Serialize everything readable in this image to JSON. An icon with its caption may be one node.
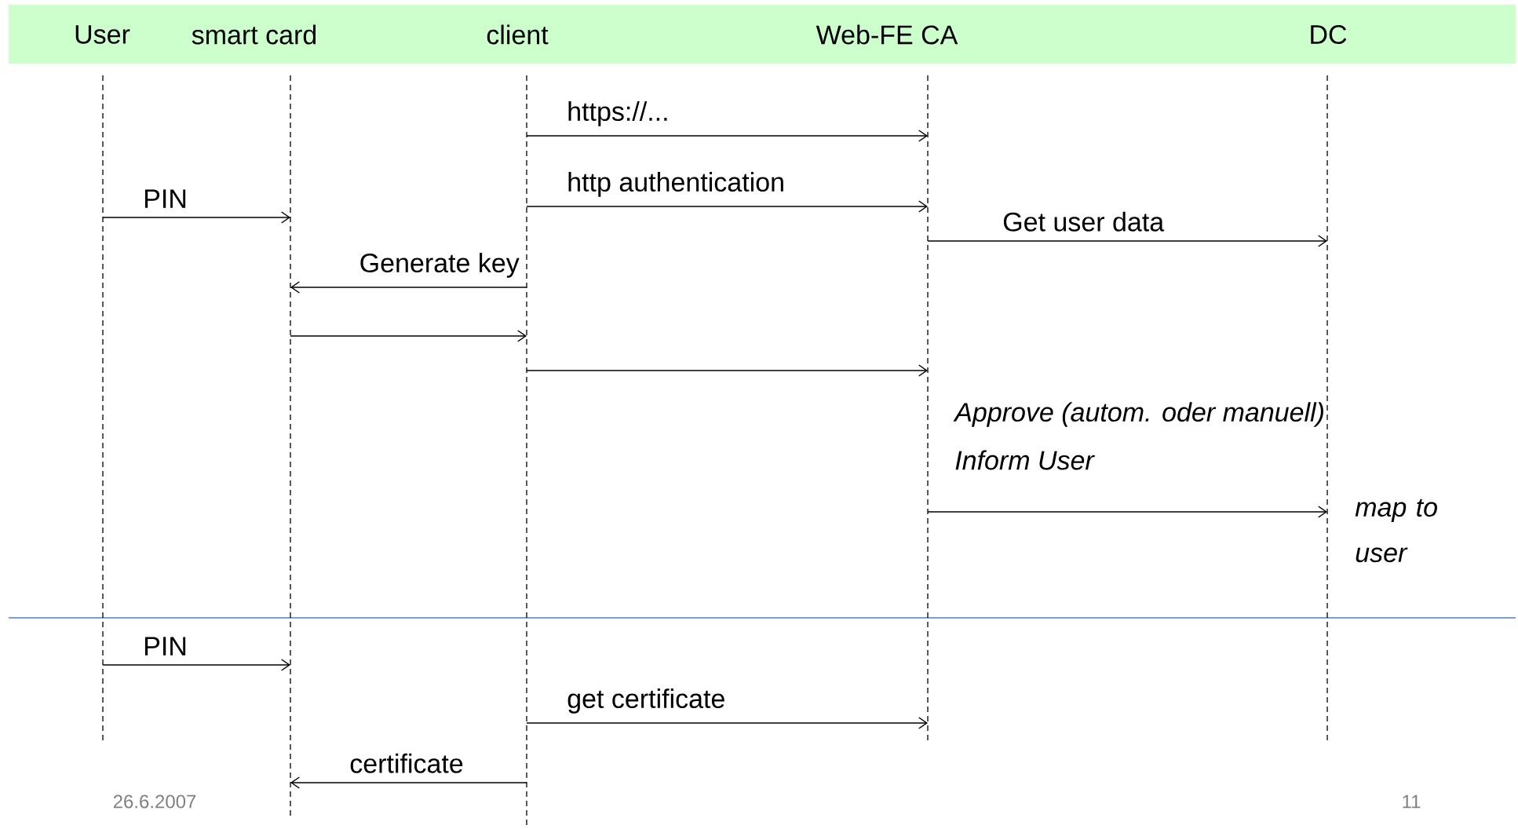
{
  "diagram": {
    "nodes": [
      {
        "text": [
          "User"
        ]
      },
      {
        "text": [
          "smart card"
        ]
      },
      {
        "text": [
          "client"
        ]
      },
      {
        "text": [
          "Web-FE CA"
        ]
      },
      {
        "text": [
          "DC"
        ]
      }
    ],
    "edges": [
      {
        "from": 2,
        "to": 3,
        "arrow": "to",
        "label": "https://..."
      },
      {
        "from": 2,
        "to": 3,
        "arrow": "to",
        "label": "http authentication"
      },
      {
        "from": 0,
        "to": 1,
        "arrow": "to",
        "label": "PIN"
      },
      {
        "from": 3,
        "to": 4,
        "arrow": "to",
        "label": "Get user data"
      },
      {
        "from": 2,
        "to": 1,
        "arrow": "to",
        "label": "Generate key"
      },
      {
        "from": 1,
        "to": 2,
        "arrow": "to"
      },
      {
        "from": 2,
        "to": 3,
        "arrow": "to"
      },
      {
        "from": 3,
        "to": 4,
        "arrow": "to"
      },
      {
        "from": 0,
        "to": 1,
        "arrow": "to",
        "label": "PIN"
      },
      {
        "from": 2,
        "to": 3,
        "arrow": "to",
        "label": "get certificate"
      },
      {
        "from": 2,
        "to": 1,
        "arrow": "to",
        "label": "certificate"
      }
    ],
    "labels": [
      "Approve (autom. oder manuell)",
      "Inform User",
      "map to user",
      "26.6.2007",
      "11"
    ]
  }
}
